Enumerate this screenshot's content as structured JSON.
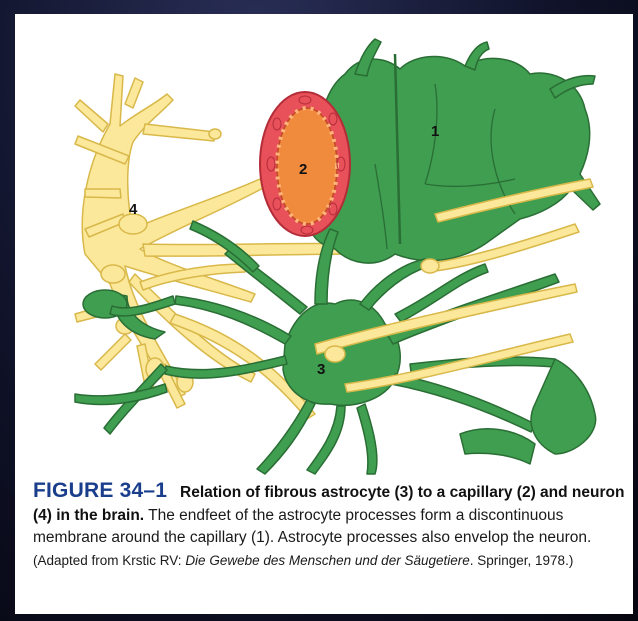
{
  "figure": {
    "number_label": "FIGURE 34–1",
    "title": "Relation of fibrous astrocyte (3) to a capillary (2) and neuron (4) in the brain.",
    "body": " The endfeet of the astrocyte processes form a discontinuous membrane around the capillary (1). Astrocyte processes also envelop the neuron.",
    "credit_prefix": " (Adapted from Krstic RV: ",
    "credit_title": "Die Gewebe des Menschen und der Säugetiere",
    "credit_suffix": ". Springer, 1978.)"
  },
  "illustration": {
    "labels": {
      "endfeet": "1",
      "capillary": "2",
      "astrocyte": "3",
      "neuron": "4"
    },
    "colors": {
      "astrocyte_fill": "#3f9e4f",
      "astrocyte_stroke": "#2a6e35",
      "neuron_fill": "#fbe89a",
      "neuron_stroke": "#d9b84a",
      "capillary_outer": "#e8505a",
      "capillary_inner": "#f08a3c"
    }
  }
}
